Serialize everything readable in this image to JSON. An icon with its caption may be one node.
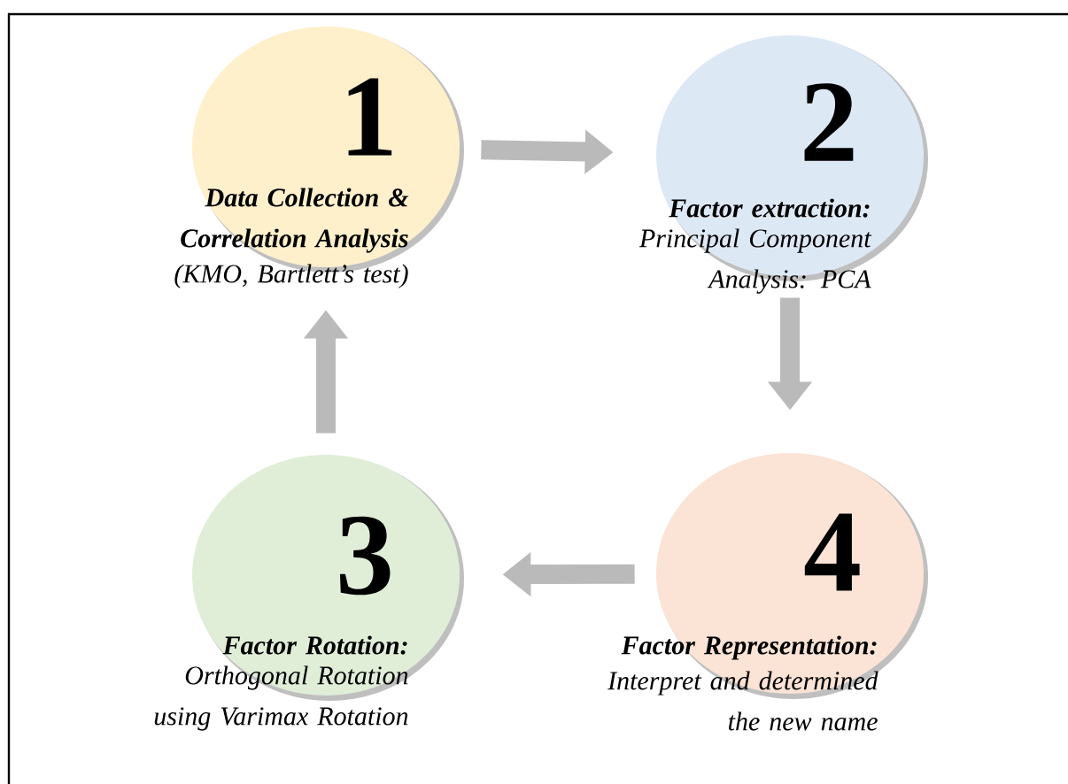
{
  "diagram": {
    "nodes": [
      {
        "text": [
          "1",
          "Data Collection & Correlation Analysis",
          "(KMO, Bartlett’s test)"
        ]
      },
      {
        "text": [
          "2",
          "Factor extraction:",
          "Principal Component Analysis: PCA"
        ]
      },
      {
        "text": [
          "3",
          "Factor Rotation:",
          "Orthogonal Rotation using Varimax Rotation"
        ]
      },
      {
        "text": [
          "4",
          "Factor Representation:",
          "Interpret and determined the new name"
        ]
      }
    ],
    "edges": [
      {
        "from": 0,
        "to": 1,
        "arrow": "to"
      },
      {
        "from": 1,
        "to": 3,
        "arrow": "to"
      },
      {
        "from": 3,
        "to": 2,
        "arrow": "to"
      },
      {
        "from": 2,
        "to": 0,
        "arrow": "to"
      }
    ]
  }
}
